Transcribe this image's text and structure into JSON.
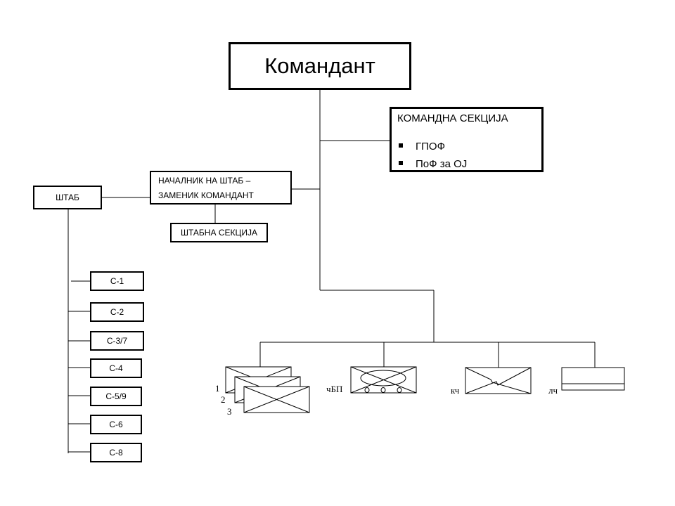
{
  "commander": {
    "label": "Командант"
  },
  "command_section": {
    "title": "КОМАНДНА СЕКЦИЈА",
    "items": [
      "ГПОФ",
      "ПоФ за ОЈ"
    ]
  },
  "chief_of_staff": {
    "line1": "НАЧАЛНИК НА ШТАБ –",
    "line2": "ЗАМЕНИК КОМАНДАНТ"
  },
  "staff_section": {
    "label": "ШТАБНА СЕКЦИЈА"
  },
  "staff": {
    "label": "ШТАБ"
  },
  "staff_cells": [
    "С-1",
    "С-2",
    "С-3/7",
    "С-4",
    "С-5/9",
    "С-6",
    "С-8"
  ],
  "units": {
    "infantry_numbers": [
      "1",
      "2",
      "3"
    ],
    "armored_label": "чБП",
    "signal_label": "кч",
    "logistics_label": "лч"
  }
}
